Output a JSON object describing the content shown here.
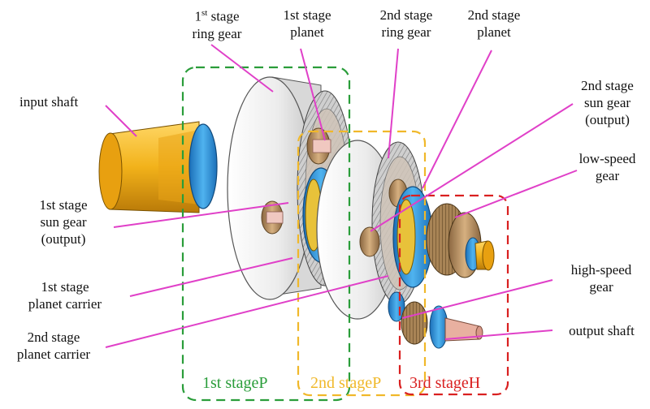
{
  "labels": {
    "first_ring": {
      "sup": "st",
      "lead": "1",
      "rest": " stage",
      "line2": "ring gear"
    },
    "first_planet": {
      "line1": "1st stage",
      "line2": "planet"
    },
    "second_ring": {
      "line1": "2nd stage",
      "line2": "ring gear"
    },
    "second_planet": {
      "line1": "2nd stage",
      "line2": "planet"
    },
    "input_shaft": "input shaft",
    "second_sun": {
      "line1": "2nd stage",
      "line2": "sun gear",
      "line3": "(output)"
    },
    "low_speed": {
      "line1": "low-speed",
      "line2": "gear"
    },
    "first_sun": {
      "line1": "1st stage",
      "line2": "sun gear",
      "line3": "(output)"
    },
    "first_carrier": {
      "line1": "1st stage",
      "line2": "planet carrier"
    },
    "high_speed": {
      "line1": "high-speed",
      "line2": "gear"
    },
    "second_carrier": {
      "line1": "2nd stage",
      "line2": "planet carrier"
    },
    "output_shaft": "output shaft"
  },
  "stages": {
    "first": "1st stageP",
    "second": "2nd stageP",
    "third": "3rd stageH"
  },
  "colors": {
    "leader": "#e040c8",
    "first_box": "#2a9d3a",
    "second_box": "#f0b82a",
    "third_box": "#d92020",
    "shaft": "#f2b21a",
    "ring": "#ececec",
    "blue": "#2f8fd6",
    "bronze": "#c8a070"
  }
}
